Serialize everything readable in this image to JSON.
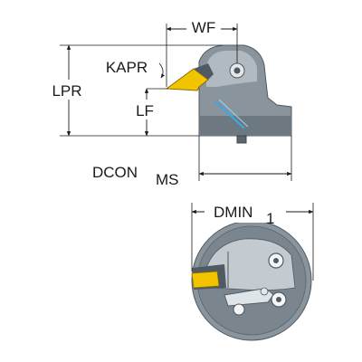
{
  "labels": {
    "wf": "WF",
    "kapr": "KAPR",
    "lpr": "LPR",
    "lf": "LF",
    "dcon": "DCON",
    "dcon_sub": "MS",
    "dmin": "DMIN",
    "dmin_sub": "1"
  },
  "colors": {
    "body": "#8a949c",
    "body_dark": "#4f5a62",
    "body_light": "#c3cbd1",
    "insert": "#f2c400",
    "coolant": "#3aa7e8",
    "dim_line": "#1a1a1a"
  }
}
